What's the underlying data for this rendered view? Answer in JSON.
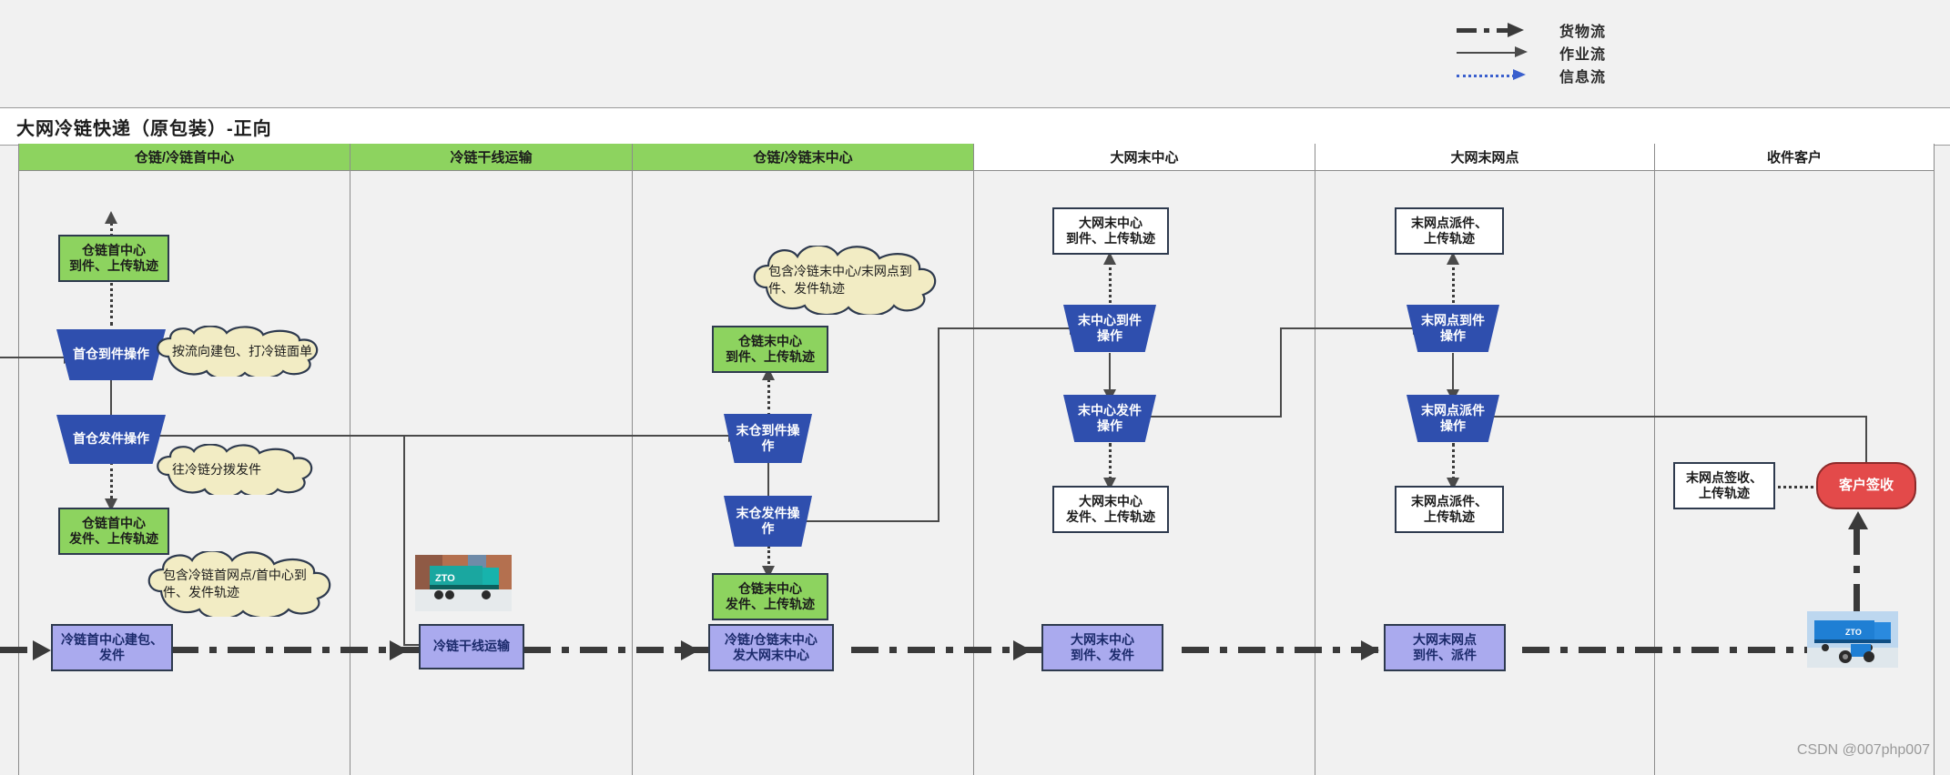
{
  "title": "大网冷链快递（原包装）-正向",
  "legend": [
    {
      "name": "goods-flow",
      "label": "货物流"
    },
    {
      "name": "operation-flow",
      "label": "作业流"
    },
    {
      "name": "information-flow",
      "label": "信息流"
    }
  ],
  "lanes": [
    {
      "id": "lane-warehouse-cold-first-center",
      "label": "仓链/冷链首中心",
      "header_color": "#8dd35f"
    },
    {
      "id": "lane-cold-chain-trunk-transport",
      "label": "冷链干线运输",
      "header_color": "#8dd35f"
    },
    {
      "id": "lane-warehouse-cold-last-center",
      "label": "仓链/冷链末中心",
      "header_color": "#8dd35f"
    },
    {
      "id": "lane-network-last-center",
      "label": "大网末中心",
      "header_color": "#ffffff"
    },
    {
      "id": "lane-network-last-outlet",
      "label": "大网末网点",
      "header_color": "#ffffff"
    },
    {
      "id": "lane-receiving-customer",
      "label": "收件客户",
      "header_color": "#ffffff"
    }
  ],
  "nodes": {
    "c1_track_arrive": "仓链首中心\n到件、上传轨迹",
    "c1_op_arrive": "首仓到件操作",
    "c1_op_send": "首仓发件操作",
    "c1_track_send": "仓链首中心\n发件、上传轨迹",
    "c1_goods": "冷链首中心建包、\n发件",
    "c2_goods": "冷链干线运输",
    "c3_track_arrive": "仓链末中心\n到件、上传轨迹",
    "c3_op_arrive": "末仓到件操\n作",
    "c3_op_send": "末仓发件操\n作",
    "c3_track_send": "仓链末中心\n发件、上传轨迹",
    "c3_goods": "冷链/仓链末中心\n发大网末中心",
    "c4_track_arrive": "大网末中心\n到件、上传轨迹",
    "c4_op_arrive": "末中心到件\n操作",
    "c4_op_send": "末中心发件\n操作",
    "c4_track_send": "大网末中心\n发件、上传轨迹",
    "c4_goods": "大网末中心\n到件、发件",
    "c5_track_arrive": "末网点派件、\n上传轨迹",
    "c5_op_arrive": "末网点到件\n操作",
    "c5_op_send": "末网点派件\n操作",
    "c5_track_send": "末网点派件、\n上传轨迹",
    "c5_goods": "大网末网点\n到件、派件",
    "c6_track_sign": "末网点签收、\n上传轨迹",
    "c6_sign": "客户签收"
  },
  "notes": {
    "n1": "按流向建包、打冷链面单",
    "n2": "往冷链分拨发件",
    "n3": "包含冷链首网点/首中心到件、发件轨迹",
    "n4": "包含冷链末中心/末网点到件、发件轨迹"
  },
  "images": {
    "truck_trunk": "cold-chain-trunk-truck-photo",
    "truck_delivery": "delivery-truck-and-tricycle-photo"
  },
  "watermark": "CSDN @007php007",
  "colors": {
    "lane_header_green": "#8dd35f",
    "node_green": "#8dd35f",
    "node_purple": "#aaaaee",
    "node_blue": "#2f4fae",
    "node_red": "#e34a4a",
    "note_cream": "#f2ecc4",
    "info_flow_blue": "#3a5fcd"
  }
}
